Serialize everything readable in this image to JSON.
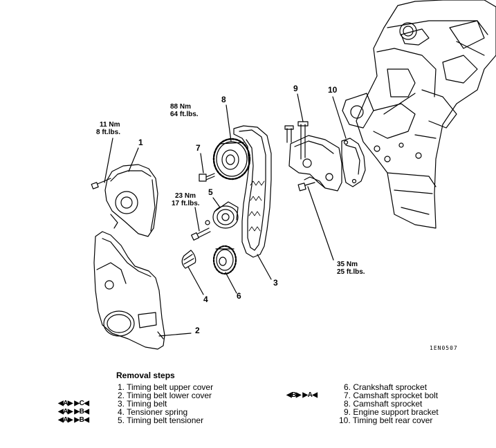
{
  "part_numbers": [
    "1",
    "2",
    "3",
    "4",
    "5",
    "6",
    "7",
    "8",
    "9",
    "10"
  ],
  "torques": {
    "t1": {
      "nm": "11 Nm",
      "ftlbs": "8 ft.lbs."
    },
    "t7": {
      "nm": "88 Nm",
      "ftlbs": "64 ft.lbs."
    },
    "t5": {
      "nm": "23 Nm",
      "ftlbs": "17 ft.lbs."
    },
    "t9": {
      "nm": "35 Nm",
      "ftlbs": "25 ft.lbs."
    }
  },
  "figure_code": "1EN0507",
  "removal": {
    "title": "Removal steps",
    "steps": [
      {
        "text": "1. Timing belt upper cover",
        "marks": ""
      },
      {
        "text": "2. Timing belt lower cover",
        "marks": ""
      },
      {
        "text": "3. Timing belt",
        "marks": "◀A▶ ▶C◀"
      },
      {
        "text": "4. Tensioner spring",
        "marks": "◀A▶ ▶B◀"
      },
      {
        "text": "5. Timing belt tensioner",
        "marks": "◀A▶ ▶B◀"
      },
      {
        "text": "6. Crankshaft sprocket",
        "marks": ""
      },
      {
        "text": "7. Camshaft sprocket bolt",
        "marks": "◀B▶ ▶A◀"
      },
      {
        "text": "8. Camshaft sprocket",
        "marks": ""
      },
      {
        "text": "9. Engine support bracket",
        "marks": ""
      },
      {
        "text": "10. Timing belt rear cover",
        "marks": ""
      }
    ]
  }
}
